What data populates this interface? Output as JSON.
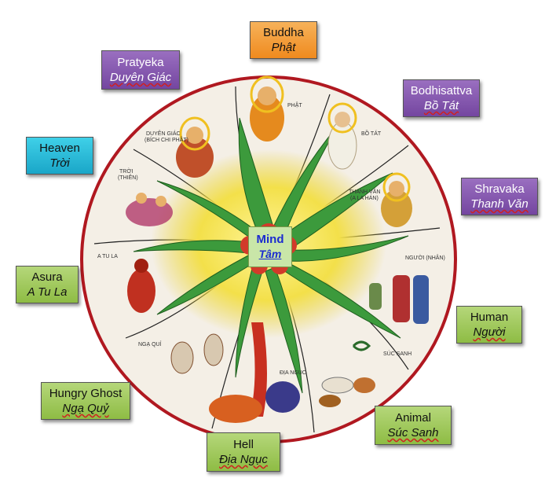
{
  "center": {
    "en": "Mind",
    "vi": "Tâm"
  },
  "labels": {
    "buddha": {
      "en": "Buddha",
      "vi": "Phật"
    },
    "pratyeka": {
      "en": "Pratyeka",
      "vi": "Duyên Giác"
    },
    "bodhisattva": {
      "en": "Bodhisattva",
      "vi": "Bồ Tát"
    },
    "heaven": {
      "en": "Heaven",
      "vi": "Trời"
    },
    "shravaka": {
      "en": "Shravaka",
      "vi": "Thanh Văn"
    },
    "asura": {
      "en": "Asura",
      "vi": "A Tu La"
    },
    "human": {
      "en": "Human",
      "vi": "Người"
    },
    "hungry_ghost": {
      "en": "Hungry Ghost",
      "vi": "Ngạ Quỷ"
    },
    "animal": {
      "en": "Animal",
      "vi": "Súc Sanh"
    },
    "hell": {
      "en": "Hell",
      "vi": "Địa Ngục"
    }
  },
  "wheel_labels": {
    "phat": "PHẬT",
    "bo_tat": "BỒ TÁT",
    "duyen_giac": "DUYÊN GIÁC",
    "bich_chi_phat": "(BÍCH CHI PHẬT)",
    "troi": "TRỜI",
    "thien": "(THIÊN)",
    "thanh_van": "THANH VĂN",
    "a_la_han": "(A LA HÁN)",
    "a_tu_la": "A TU LA",
    "nguoi": "NGƯỜI (NHÂN)",
    "nga_qui": "NGẠ QUỈ",
    "suc_sanh": "SÚC SANH",
    "dia_nguc": "ĐỊA NGỤC"
  },
  "colors": {
    "orange": "#ef8a1e",
    "purple": "#7446a0",
    "cyan": "#1aa6c8",
    "green": "#8ebc44",
    "wheel_rim": "#b01820",
    "wheel_fill": "#f4efe6"
  }
}
